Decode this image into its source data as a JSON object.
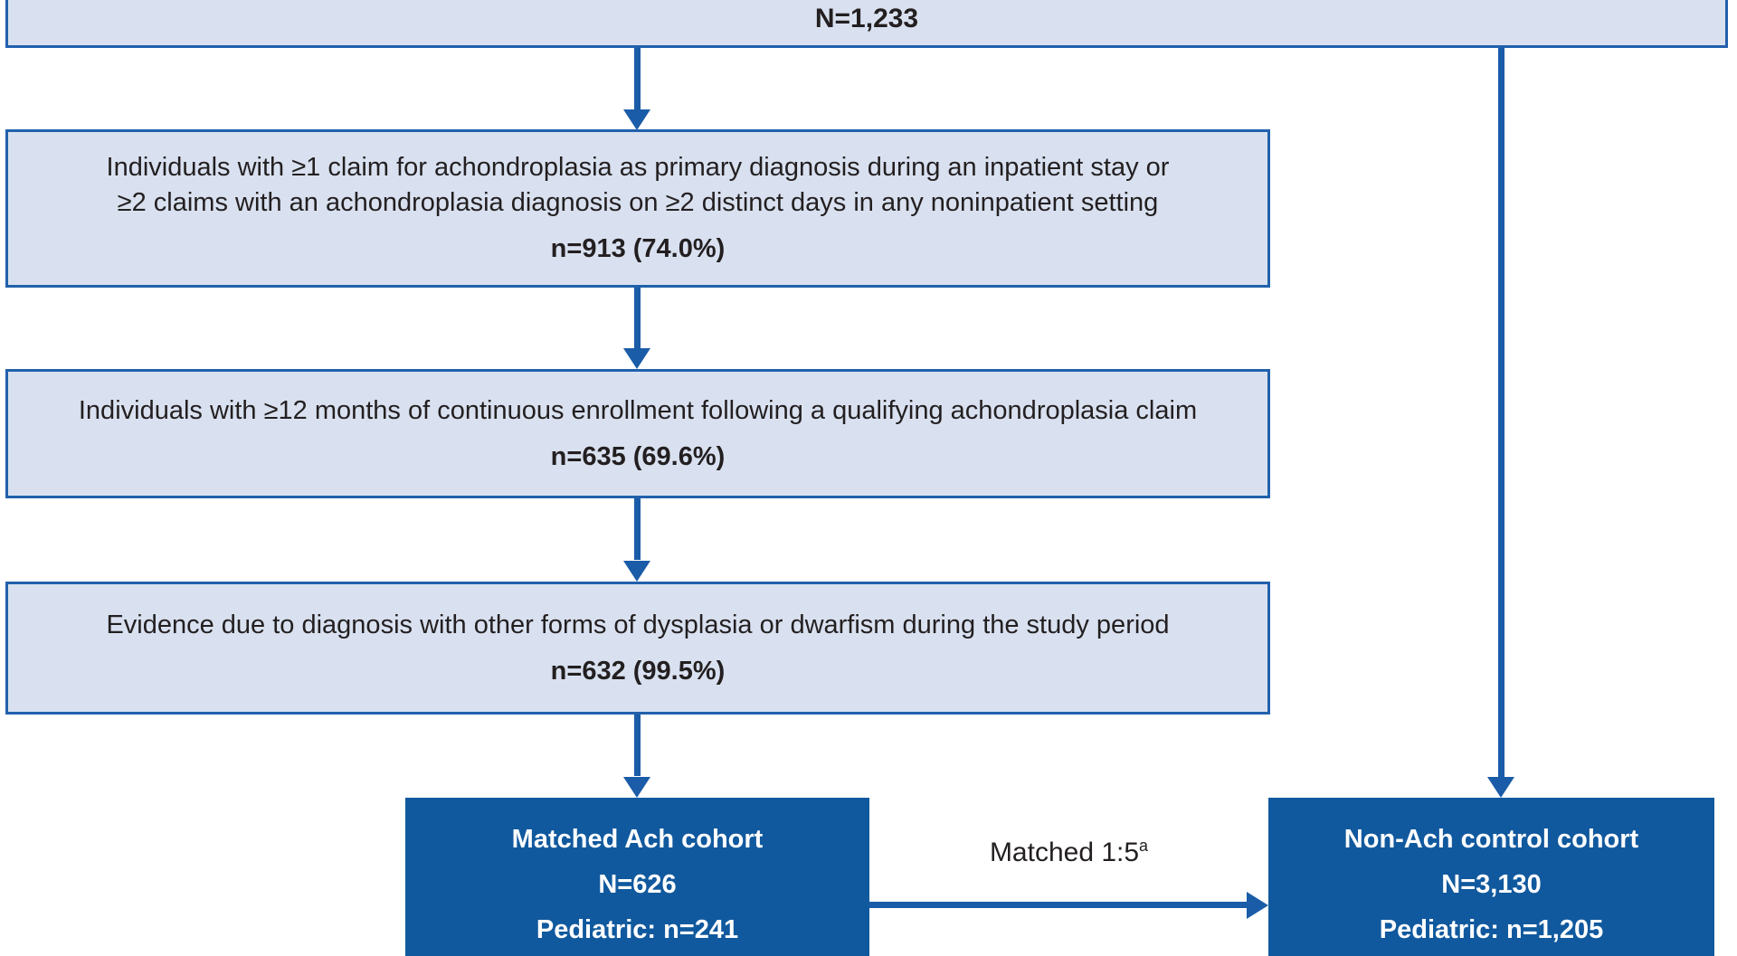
{
  "colors": {
    "light_box_fill": "#d9e1f0",
    "box_border": "#2161ac",
    "dark_box_fill": "#11599e",
    "arrow": "#1a5ca8",
    "text_dark": "#231f20",
    "text_light": "#ffffff"
  },
  "top_box": {
    "n_label": "N=1,233"
  },
  "flow_boxes": [
    {
      "lines": [
        "Individuals with ≥1 claim for achondroplasia as primary diagnosis during an inpatient stay or",
        "≥2 claims with an achondroplasia diagnosis on ≥2 distinct days in any noninpatient setting"
      ],
      "n_label": "n=913 (74.0%)"
    },
    {
      "lines": [
        "Individuals with ≥12 months of continuous enrollment following a qualifying achondroplasia claim"
      ],
      "n_label": "n=635 (69.6%)"
    },
    {
      "lines": [
        "Evidence due to diagnosis with other forms of dysplasia or dwarfism during the study period"
      ],
      "n_label": "n=632 (99.5%)"
    }
  ],
  "cohort_boxes": {
    "matched": {
      "title": "Matched Ach cohort",
      "n_label": "N=626",
      "pediatric_label": "Pediatric: n=241"
    },
    "control": {
      "title": "Non-Ach control cohort",
      "n_label": "N=3,130",
      "pediatric_label": "Pediatric: n=1,205"
    }
  },
  "match_arrow": {
    "label": "Matched 1:5",
    "superscript": "a"
  }
}
